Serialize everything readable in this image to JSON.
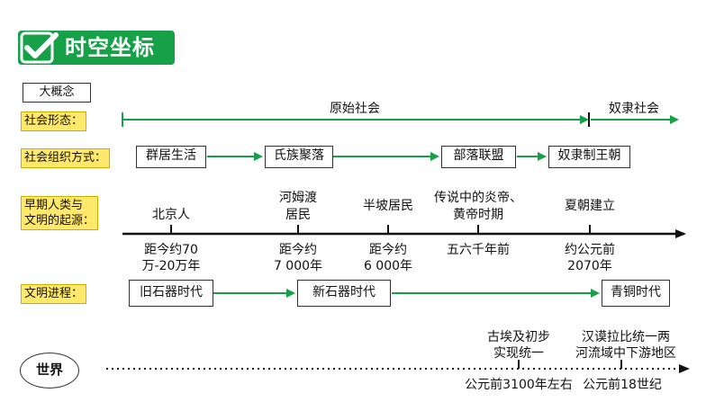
{
  "header": {
    "title": "时空坐标",
    "check_icon": "check-icon",
    "color": "#16a048"
  },
  "concept_label": "大概念",
  "rows": {
    "social_form_label": "社会形态：",
    "social_org_label": "社会组织方式：",
    "origins_label_1": "早期人类与",
    "origins_label_2": "文明的起源：",
    "civ_process_label": "文明进程："
  },
  "social_form": {
    "primitive": "原始社会",
    "slave": "奴隶社会"
  },
  "social_org": [
    "群居生活",
    "氏族聚落",
    "部落联盟",
    "奴隶制王朝"
  ],
  "origins_top": [
    {
      "line1": "北京人",
      "line2": ""
    },
    {
      "line1": "河姆渡",
      "line2": "居民"
    },
    {
      "line1": "半坡居民",
      "line2": ""
    },
    {
      "line1": "传说中的炎帝、",
      "line2": "黄帝时期"
    },
    {
      "line1": "夏朝建立",
      "line2": ""
    }
  ],
  "origins_bottom": [
    {
      "line1": "距今约70",
      "line2": "万-20万年"
    },
    {
      "line1": "距今约",
      "line2": "7 000年"
    },
    {
      "line1": "距今约",
      "line2": "6 000年"
    },
    {
      "line1": "五六千年前",
      "line2": ""
    },
    {
      "line1": "约公元前",
      "line2": "2070年"
    }
  ],
  "civ_process": [
    "旧石器时代",
    "新石器时代",
    "青铜时代"
  ],
  "world": {
    "label": "世界",
    "events_top": [
      {
        "line1": "古埃及初步",
        "line2": "实现统一"
      },
      {
        "line1": "汉谟拉比统一两",
        "line2": "河流域中下游地区"
      }
    ],
    "events_bottom": [
      "公元前3100年左右",
      "公元前18世纪"
    ]
  },
  "colors": {
    "green": "#16a048",
    "yellow": "#ffe86a",
    "line": "#111111"
  }
}
